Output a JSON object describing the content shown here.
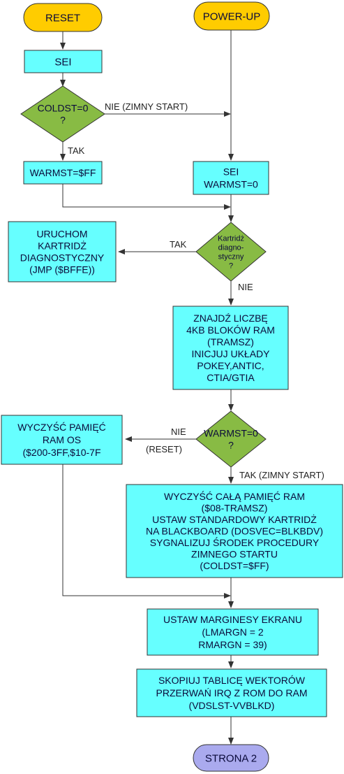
{
  "diagram": {
    "colors": {
      "terminal_fill": "#ffcc00",
      "terminal_end_fill": "#aaaaee",
      "process_fill": "#66ffff",
      "decision_fill": "#88bb44",
      "stroke": "#333333"
    },
    "nodes": {
      "reset": "RESET",
      "power_up": "POWER-UP",
      "sei_1": "SEI",
      "coldst_check": [
        "COLDST=0",
        "?"
      ],
      "warmst_ff": "WARMST=$FF",
      "sei_warmst0": [
        "SEI",
        "WARMST=0"
      ],
      "run_cart": [
        "URUCHOM",
        "KARTRIDŻ",
        "DIAGNOSTYCZNY",
        "(JMP ($BFFE))"
      ],
      "cart_check": [
        "Kartridż",
        "diagno-",
        "styczny",
        "?"
      ],
      "find_ram": [
        "ZNAJDŹ LICZBĘ",
        "4KB BLOKÓW RAM",
        "(TRAMSZ)",
        "INICJUJ UKŁADY",
        "POKEY,ANTIC,",
        "CTIA/GTIA"
      ],
      "warmst_check": [
        "WARMST=0",
        "?"
      ],
      "clear_os": [
        "WYCZYŚĆ PAMIĘĆ",
        "RAM OS",
        "($200-3FF,$10-7F"
      ],
      "clear_ram": [
        "WYCZYŚĆ CAŁĄ PAMIĘĆ RAM",
        "($08-TRAMSZ)",
        "USTAW STANDARDOWY KARTRIDŻ",
        "NA BLACKBOARD (DOSVEC=BLKBDV)",
        "SYGNALIZUJ ŚRODEK PROCEDURY",
        "ZIMNEGO STARTU",
        "(COLDST=$FF)"
      ],
      "margins": [
        "USTAW MARGINESY EKRANU",
        "(LMARGN = 2",
        "RMARGN = 39)"
      ],
      "vectors": [
        "SKOPIUJ TABLICĘ WEKTORÓW",
        "PRZERWAŃ IRQ Z ROM DO RAM",
        "(VDSLST-VVBLKD)"
      ],
      "page2": "STRONA 2"
    },
    "edge_labels": {
      "coldst_no": "NIE (ZIMNY START)",
      "coldst_yes": "TAK",
      "cart_yes": "TAK",
      "cart_no": "NIE",
      "warmst_no": "NIE",
      "warmst_reset": "(RESET)",
      "warmst_yes": "TAK (ZIMNY START)"
    }
  }
}
